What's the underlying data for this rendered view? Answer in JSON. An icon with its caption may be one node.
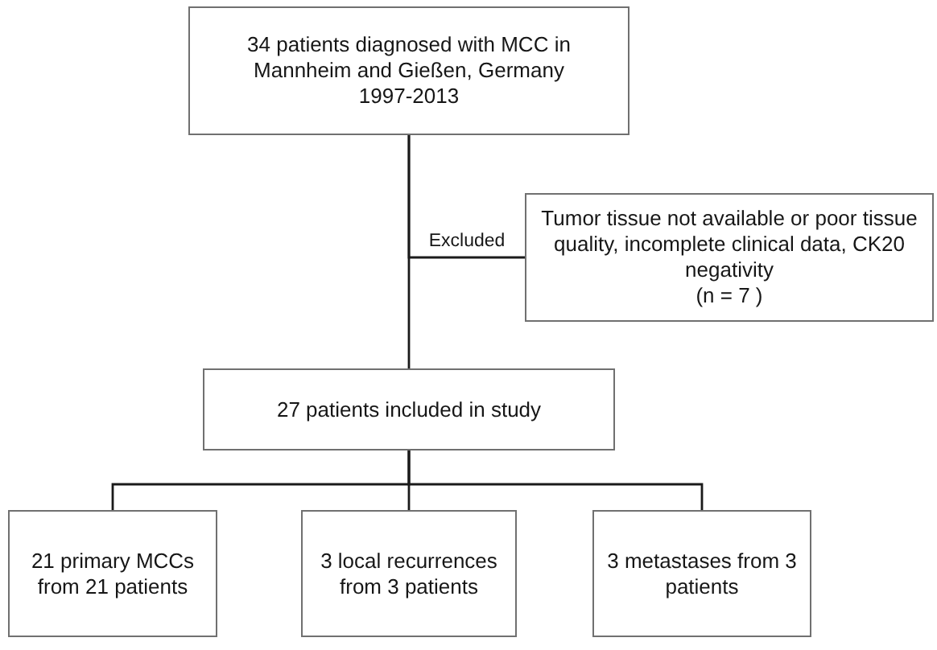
{
  "diagram": {
    "nodes": [
      {
        "text": [
          "34 patients diagnosed with MCC in Mannheim and Gießen, Germany 1997-2013"
        ]
      },
      {
        "text": [
          "Tumor tissue not available or poor tissue quality, incomplete clinical data, CK20 negativity",
          "(n = 7 )"
        ]
      },
      {
        "text": [
          "27 patients included in study"
        ]
      },
      {
        "text": [
          "21 primary MCCs from 21 patients"
        ]
      },
      {
        "text": [
          "3 local recurrences from 3 patients"
        ]
      },
      {
        "text": [
          "3 metastases from 3 patients"
        ]
      }
    ],
    "edges": [
      {
        "from": 0,
        "to": 2,
        "arrow": "none"
      },
      {
        "from": 0,
        "to": 1,
        "arrow": "none",
        "label": "Excluded"
      },
      {
        "from": 2,
        "to": 3,
        "arrow": "none"
      },
      {
        "from": 2,
        "to": 4,
        "arrow": "none"
      },
      {
        "from": 2,
        "to": 5,
        "arrow": "none"
      }
    ]
  }
}
